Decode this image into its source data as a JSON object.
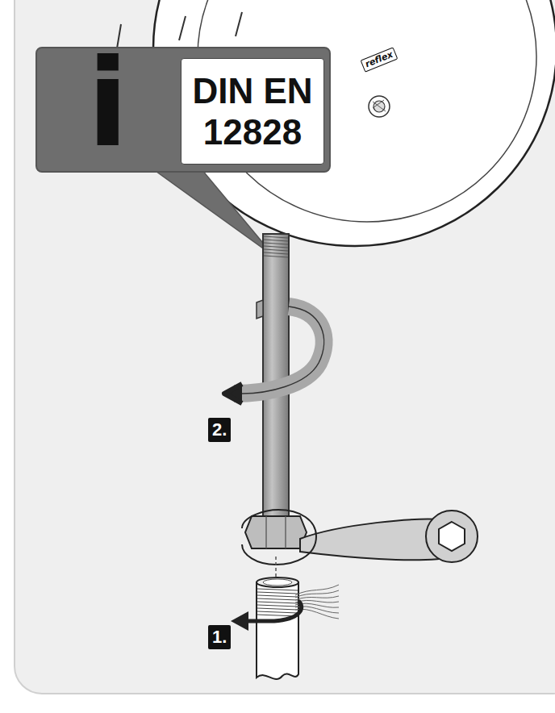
{
  "diagram": {
    "nodes": [
      {
        "text": [
          "i"
        ]
      },
      {
        "text": [
          "DIN EN 12828"
        ],
        "in": 0
      }
    ],
    "labels": [
      "reflex",
      "2.",
      "1."
    ]
  }
}
